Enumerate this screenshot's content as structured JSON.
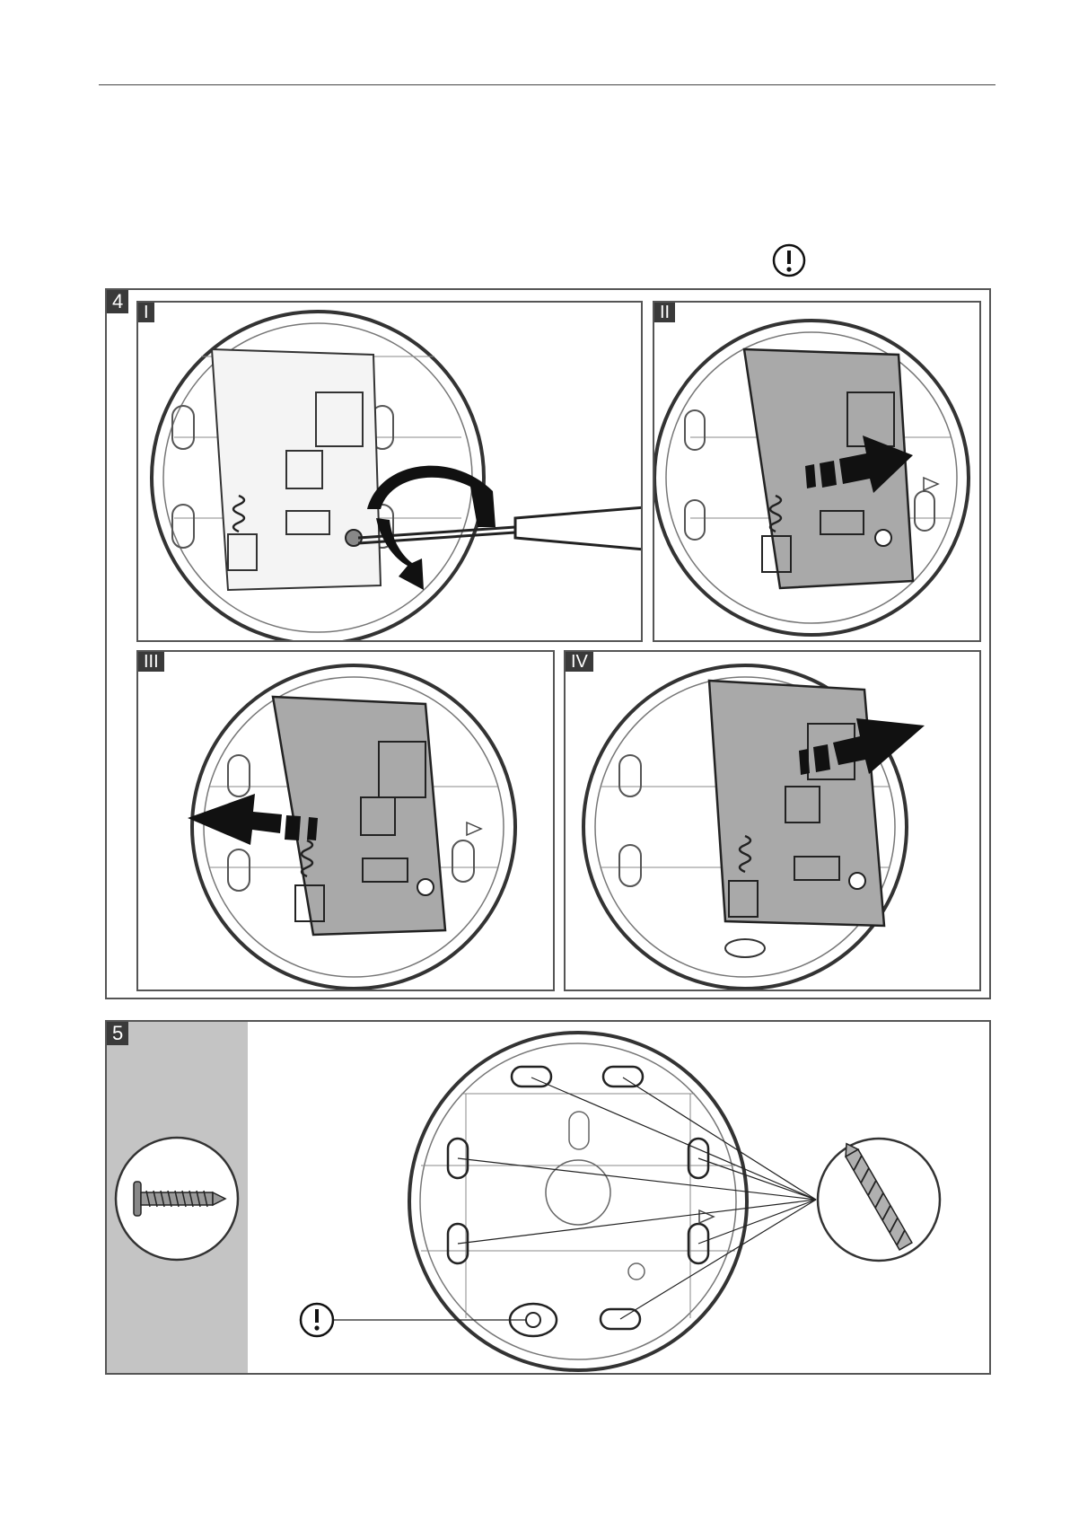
{
  "figure4": {
    "number": "4",
    "panels": [
      {
        "label": "I"
      },
      {
        "label": "II"
      },
      {
        "label": "III"
      },
      {
        "label": "IV"
      }
    ]
  },
  "figure5": {
    "number": "5"
  },
  "icons": {
    "warning": "exclamation-circle-icon",
    "rotate": "rotate-arrow-icon",
    "slide_right": "arrow-right-icon",
    "slide_left": "arrow-left-icon",
    "screw": "screw-icon",
    "drill": "drill-bit-icon"
  },
  "colors": {
    "board": "#a9a9a9",
    "sidebar": "#c4c4c4",
    "label_bg": "#3a3a3a"
  }
}
